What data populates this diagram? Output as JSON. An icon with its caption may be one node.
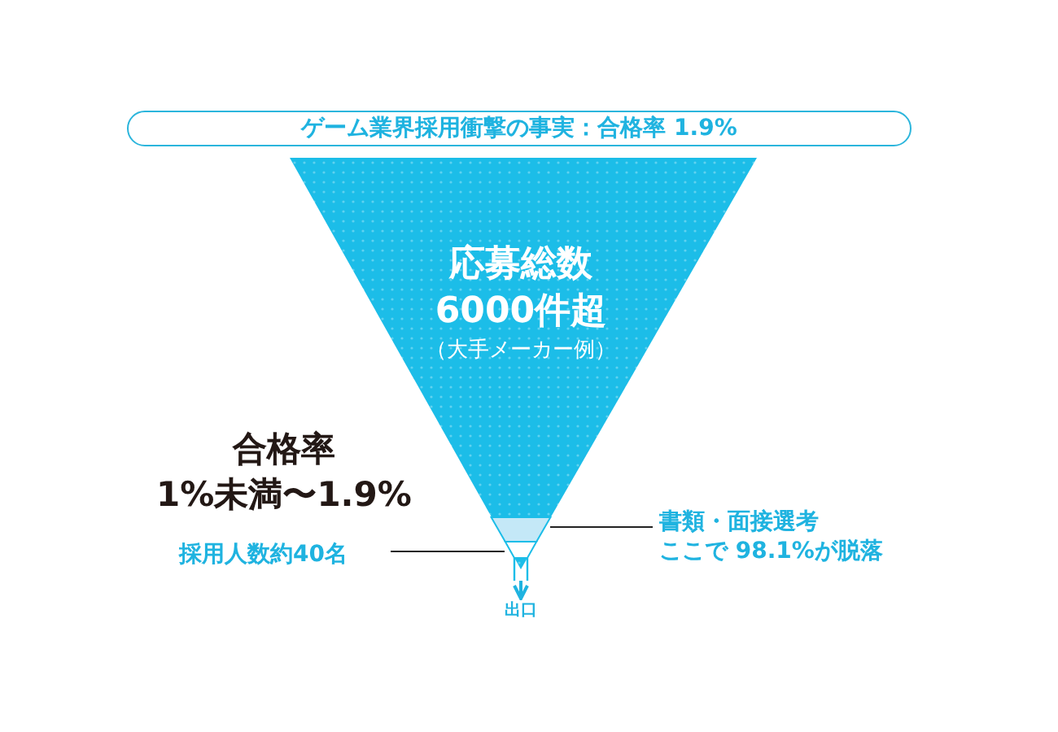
{
  "diagram": {
    "title": "ゲーム業界採用衝撃の事実：合格率 1.9%",
    "nodes": [
      {
        "text": [
          "応募総数6000件超",
          "（大手メーカー例）"
        ]
      },
      {
        "text": [],
        "shape": "bar",
        "in": 0
      },
      {
        "text": [],
        "shape": "bar",
        "in": 0
      },
      {
        "text": [
          "書類・面接選考ここで 98.1%が脱落"
        ]
      },
      {
        "text": [
          "採用人数約40名"
        ]
      },
      {
        "text": [
          "出口"
        ]
      }
    ],
    "edges": [
      {
        "from": 3,
        "to": 1,
        "arrow": "none"
      },
      {
        "from": 4,
        "to": 2,
        "arrow": "none"
      },
      {
        "from": 2,
        "to": 5,
        "arrow": "to",
        "color": "#1fb3e0"
      }
    ],
    "labels": [
      "合格率1%未満〜1.9%"
    ]
  }
}
